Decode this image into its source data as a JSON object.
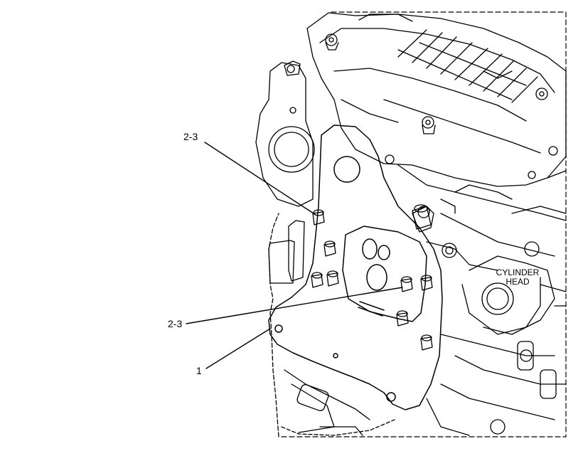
{
  "callouts": {
    "upper_bolts": "2-3",
    "lower_bolts": "2-3",
    "plate": "1"
  },
  "labels": {
    "cylinder_head_line1": "CYLINDER",
    "cylinder_head_line2": "HEAD"
  },
  "colors": {
    "ink": "#000000",
    "background": "#ffffff"
  }
}
